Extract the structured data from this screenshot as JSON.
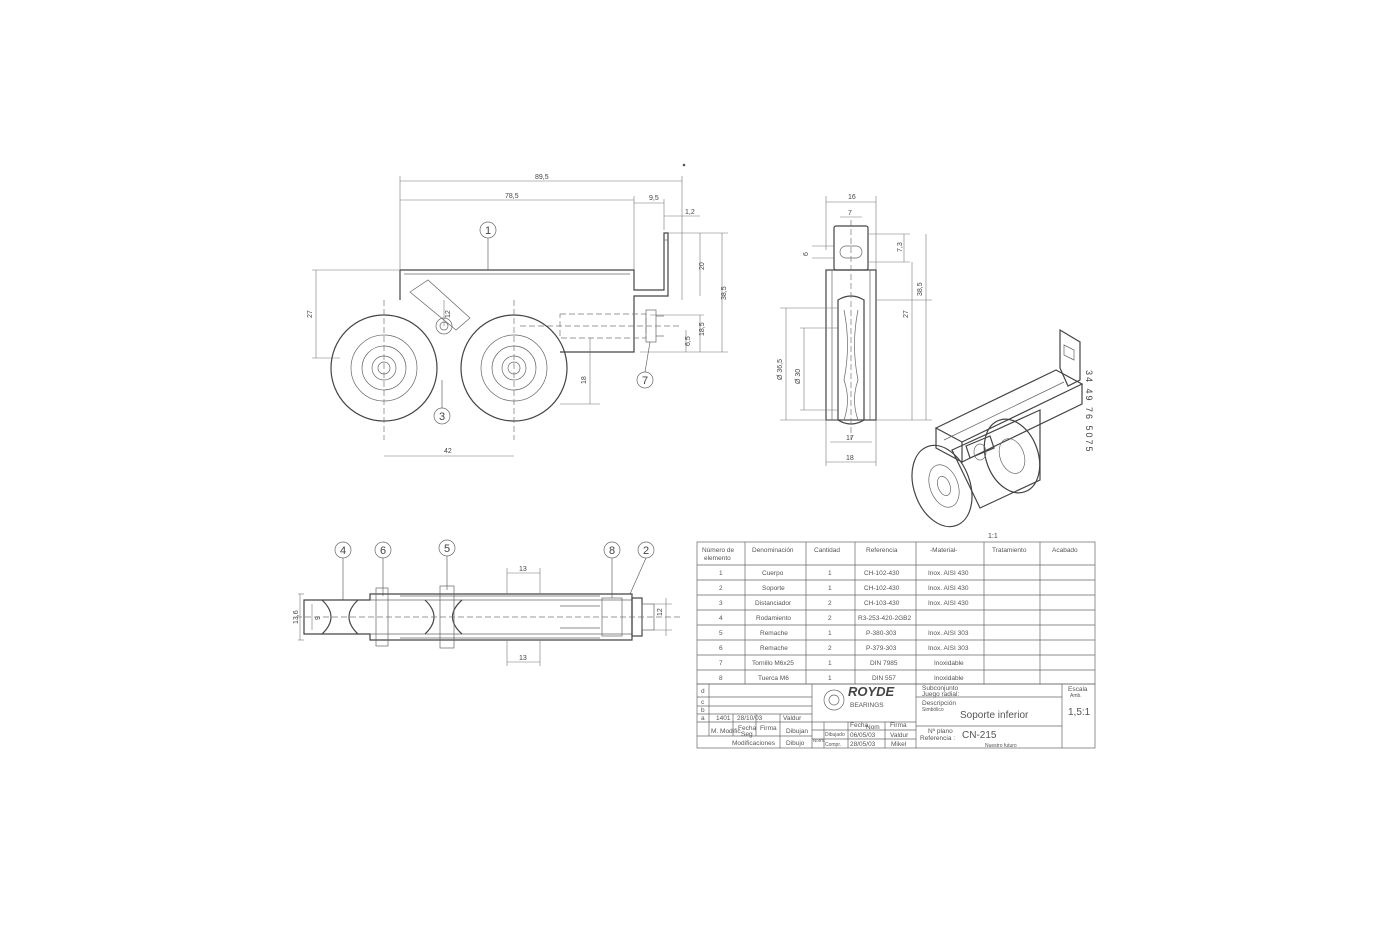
{
  "dimensions": {
    "d89_5": "89,5",
    "d78_5": "78,5",
    "d9_5": "9,5",
    "d1_2": "1,2",
    "d20": "20",
    "d38_5": "38,5",
    "d27": "27",
    "d18_5": "18,5",
    "d6_5": "6,5",
    "d18": "18",
    "d42": "42",
    "d12": "12",
    "d16": "16",
    "d7": "7",
    "d7_3": "7,3",
    "d6": "6",
    "d27b": "27",
    "d38_5b": "38,5",
    "d_phi36_5": "Ø 36,5",
    "d_phi30": "Ø 30",
    "d17": "17",
    "d18b": "18",
    "d13a": "13",
    "d13b": "13",
    "d13_6": "13,6",
    "d9": "9",
    "d12b": "12"
  },
  "balloons": [
    "1",
    "2",
    "3",
    "4",
    "5",
    "6",
    "7",
    "8"
  ],
  "stamp": "34 49 76 5075",
  "scale_note": "1:1",
  "bom": {
    "headers": [
      "Número de elemento",
      "Denominación",
      "Cantidad",
      "Referencia",
      "-Material-",
      "Tratamiento",
      "Acabado"
    ],
    "header_line1": "Número de",
    "header_line2": "elemento",
    "rows": [
      [
        "1",
        "Cuerpo",
        "1",
        "CH-102-430",
        "Inox. AISI 430"
      ],
      [
        "2",
        "Soporte",
        "1",
        "CH-102-430",
        "Inox. AISI 430"
      ],
      [
        "3",
        "Distanciador",
        "2",
        "CH-103-430",
        "Inox. AISI 430"
      ],
      [
        "4",
        "Rodamiento",
        "2",
        "R3-253-420-2GB2",
        ""
      ],
      [
        "5",
        "Remache",
        "1",
        "P-380-303",
        "Inox. AISI 303"
      ],
      [
        "6",
        "Remache",
        "2",
        "P-379-303",
        "Inox. AISI 303"
      ],
      [
        "7",
        "Tornillo M6x25",
        "1",
        "DIN 7985",
        "Inoxidable"
      ],
      [
        "8",
        "Tuerca M6",
        "1",
        "DIN 557",
        "Inoxidable"
      ]
    ]
  },
  "title_block": {
    "logo_name": "ROYDE",
    "logo_sub": "BEARINGS",
    "lbl_subconjunto": "Subconjunto",
    "lbl_juego": "Juego radial:",
    "lbl_descripcion": "Descripción",
    "lbl_descripcion2": "Simbólico",
    "description": "Soporte inferior",
    "lbl_plano": "Nº plano",
    "lbl_referencia": "Referencia :",
    "reference": "CN-215",
    "lbl_escala": "Escala",
    "lbl_escala2": "Amb.",
    "scale": "1,5:1",
    "lbl_nuestro": "Nuestro futuro",
    "rev_letters": [
      "d",
      "c",
      "b",
      "a"
    ],
    "rev_row_a": [
      "1401",
      "28/10/03",
      "Valdur"
    ],
    "rev_labels": [
      "M. Modific.",
      "Fecha",
      "Firma",
      "Firma"
    ],
    "rev_sub": [
      "Seg",
      "Dibujan"
    ],
    "mod_label": "Modificaciones",
    "mod_sign": "Dibujo",
    "draw_fecha": "Fecha",
    "draw_nom": "Nom",
    "draw_firma": "Firma",
    "dibujado": "Dibujado",
    "comprobado": "Compr.",
    "normas": "Norm.",
    "date1": "06/05/03",
    "date2": "28/05/03",
    "name1": "Valdur",
    "name2": "Mikel"
  }
}
